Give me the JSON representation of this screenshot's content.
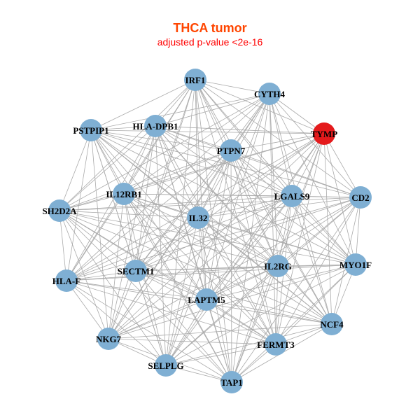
{
  "title": "THCA tumor",
  "subtitle": "adjusted p-value <2e-16",
  "colors": {
    "node": "#7fafd3",
    "highlight": "#e41a1c",
    "edge": "#aaaaaa",
    "title": "#ff4500",
    "subtitle": "#ff0000"
  },
  "nodes": [
    {
      "label": "IRF1"
    },
    {
      "label": "CYTH4"
    },
    {
      "label": "HLA-DPB1"
    },
    {
      "label": "PSTPIP1"
    },
    {
      "label": "TYMP",
      "highlight": true
    },
    {
      "label": "PTPN7"
    },
    {
      "label": "IL12RB1"
    },
    {
      "label": "LGALS9"
    },
    {
      "label": "CD2"
    },
    {
      "label": "SH2D2A"
    },
    {
      "label": "IL32"
    },
    {
      "label": "MYO1F"
    },
    {
      "label": "IL2RG"
    },
    {
      "label": "SECTM1"
    },
    {
      "label": "HLA-F"
    },
    {
      "label": "LAPTM5"
    },
    {
      "label": "NCF4"
    },
    {
      "label": "NKG7"
    },
    {
      "label": "FERMT3"
    },
    {
      "label": "SELPLG"
    },
    {
      "label": "TAP1"
    }
  ]
}
